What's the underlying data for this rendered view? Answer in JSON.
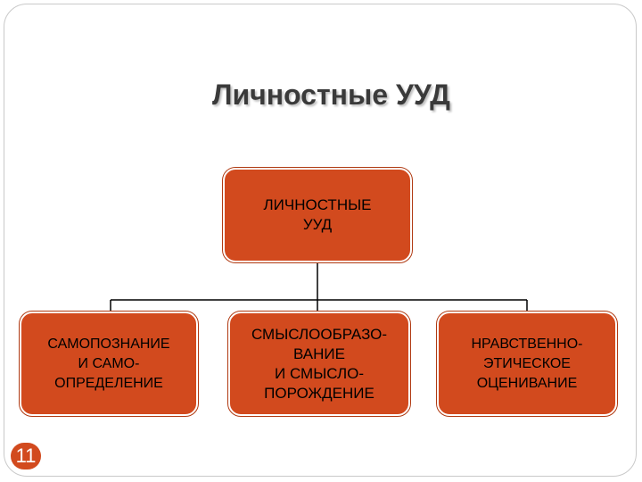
{
  "slide": {
    "title": "Личностные УУД",
    "page_number": "11"
  },
  "diagram": {
    "root": "ЛИЧНОСТНЫЕ\nУУД",
    "children": [
      "САМОПОЗНАНИЕ\nИ САМО-\nОПРЕДЕЛЕНИЕ",
      "СМЫСЛООБРАЗО-\nВАНИЕ\nИ СМЫСЛО-\nПОРОЖДЕНИЕ",
      "НРАВСТВЕННО-\nЭТИЧЕСКОЕ\nОЦЕНИВАНИЕ"
    ]
  },
  "colors": {
    "node_fill": "#d24a1e",
    "connector": "#000000",
    "title_text": "#3a3a3a"
  }
}
